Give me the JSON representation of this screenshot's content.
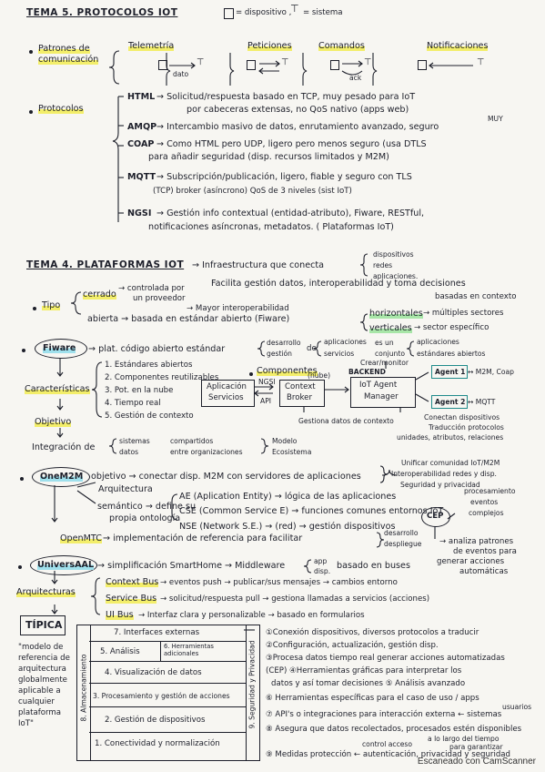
{
  "tema5": {
    "title": "TEMA 5. PROTOCOLOS IOT",
    "legend_d": "= dispositivo ,",
    "legend_s": "= sistema",
    "patrones_label": "Patrones de",
    "patrones_label2": "comunicación",
    "telemetria": "Telemetría",
    "telemetria_dato": "dato",
    "peticiones": "Peticiones",
    "comandos": "Comandos",
    "comandos_ack": "ack",
    "notificaciones": "Notificaciones",
    "protocolos_label": "Protocolos",
    "html_name": "HTML",
    "html_1": "→ Solicitud/respuesta basado en TCP, muy pesado para IoT",
    "html_2": "por cabeceras extensas, no QoS nativo (apps web)",
    "amqp_name": "AMQP",
    "amqp_1": "→ Intercambio masivo de datos, enrutamiento avanzado, seguro",
    "amqp_muy": "MUY",
    "coap_name": "COAP",
    "coap_1": "→ Como HTML pero UDP, ligero pero menos seguro (usa DTLS",
    "coap_2": "para añadir seguridad (disp. recursos limitados y M2M)",
    "mqtt_name": "MQTT",
    "mqtt_1": "→ Subscripción/publicación, ligero, fiable y seguro con TLS",
    "mqtt_2": "(TCP)          broker (asíncrono)        QoS de 3 niveles     (sist IoT)",
    "ngsi_name": "NGSI",
    "ngsi_1": "→ Gestión info contextual (entidad-atributo), Fiware, RESTful,",
    "ngsi_2": "notificaciones asíncronas, metadatos.  ( Plataformas IoT)"
  },
  "tema4": {
    "title": "TEMA 4. PLATAFORMAS IOT",
    "def_1": "→ Infraestructura que conecta",
    "def_list": [
      "dispositivos",
      "redes",
      "aplicaciones."
    ],
    "def_2": "Facilita gestión datos, interoperabilidad y toma decisiones",
    "def_3": "basadas en contexto",
    "tipo_label": "Tipo",
    "cerrado": "cerrado",
    "cerrado_arrow": "→ controlada por",
    "cerrado_2": "un proveedor",
    "abierta": "abierta → basada en estándar abierto (Fiware)",
    "abierta_mayor": "→ Mayor interoperabilidad",
    "horizontales": "horizontales",
    "horizontales_2": "→ múltiples sectores",
    "verticales": "verticales",
    "verticales_2": "→ sector específico",
    "fiware": "Fiware",
    "fiware_1": "→ plat. código abierto estándar",
    "fiware_desarrollo": "desarrollo",
    "fiware_gestion": "gestión",
    "fiware_de": "de",
    "fiware_apps": "aplicaciones",
    "fiware_servicios": "servicios",
    "fiware_es_un": "es un",
    "fiware_conjunto": "conjunto",
    "fiware_apps2": "aplicaciones",
    "fiware_estandares": "estándares abiertos",
    "caracteristicas": "Características",
    "car_items": [
      "1. Estándares abiertos",
      "2. Componentes reutilizables",
      "3. Pot. en la nube",
      "4. Tiempo real",
      "5. Gestión de contexto"
    ],
    "objetivo": "Objetivo",
    "objetivo_1": "Integración de",
    "obj_sistemas": "sistemas",
    "obj_datos": "datos",
    "obj_compartidos": "compartidos",
    "obj_entre": "entre organizaciones",
    "obj_modelo": "Modelo",
    "obj_ecosistema": "Ecosistema",
    "componentes": "Componentes",
    "nube": "(nube)",
    "aplicacion": "Aplicación",
    "servicios": "Servicios",
    "ngsi": "NGSI",
    "api": "API",
    "context": "Context",
    "broker": "Broker",
    "crear": "Crear/monitor",
    "backend": "BACKEND",
    "iot_agent": "IoT Agent",
    "manager": "Manager",
    "agent1": "Agent 1",
    "agent1_r": "↔ M2M, Coap",
    "agent2": "Agent 2",
    "agent2_r": "↔ MQTT",
    "gestiona": "Gestiona datos de contexto",
    "conectan": "Conectan dispositivos",
    "traduccion": "Traducción protocolos",
    "unidades": "unidades, atributos, relaciones",
    "onem2m": "OneM2M",
    "onem2m_obj": "objetivo → conectar disp. M2M con servidores de aplicaciones",
    "unificar": "Unificar comunidad IoT/M2M",
    "interop": "Interoperabilidad redes y disp.",
    "seguridad": "Seguridad y privacidad",
    "arquitectura": "Arquitectura",
    "ae": "AE (Aplication Entity) → lógica de las aplicaciones",
    "cse": "CSE (Common Service E) → funciones comunes entornos IoT",
    "nse": "NSE (Network S.E.) → (red) → gestión dispositivos",
    "semantico": "semántico → define su",
    "semantico_2": "propia ontología",
    "procesamiento": "procesamiento",
    "eventos": "eventos",
    "complejos": "complejos",
    "cep": "CEP",
    "analiza": "→ analiza patrones",
    "analiza_2": "de eventos para",
    "analiza_3": "generar acciones",
    "analiza_4": "automáticas",
    "openmtc": "OpenMTC",
    "openmtc_1": "→ implementación de referencia para facilitar",
    "openmtc_des": "desarrollo",
    "openmtc_desp": "despliegue",
    "universaal": "UniversAAL",
    "universaal_1": "→ simplificación SmartHome → Middleware",
    "universaal_app": "app",
    "universaal_disp": "disp.",
    "universaal_2": "basado en buses",
    "arquitecturas": "Arquitecturas",
    "context_bus": "Context Bus",
    "context_bus_2": "→ eventos push → publicar/sus mensajes → cambios entorno",
    "service_bus": "Service Bus",
    "service_bus_2": "→ solicitud/respuesta pull → gestiona llamadas a servicios (acciones)",
    "ui_bus": "UI Bus",
    "ui_bus_2": "→ Interfaz clara y personalizable → basado en formularios",
    "tipica": "TÍPICA",
    "modelo_quote": [
      "\"modelo de",
      "referencia de",
      "arquitectura",
      "globalmente",
      "aplicable a",
      "cualquier",
      "plataforma",
      "IoT\""
    ],
    "layer_side": "8. Almacenamiento",
    "layer_right": "9. Seguridad y Privacidad",
    "layers": [
      "7. Interfaces externas",
      "5. Análisis",
      "6. Herramientas adicionales",
      "4. Visualización de datos",
      "3. Procesamiento y gestión de acciones",
      "2. Gestión de dispositivos",
      "1. Conectividad y normalización"
    ],
    "notes": [
      "①Conexión dispositivos, diversos protocolos a traducir",
      "②Configuración, actualización, gestión disp.",
      "③Procesa datos tiempo real generar acciones automatizadas",
      "(CEP) ④Herramientas gráficas para interpretar los",
      "datos y así tomar decisiones ⑤ Análisis avanzado",
      "⑥ Herramientas específicas para el caso de uso / apps",
      "⑦ API's o integraciones para interacción externa ← sistemas",
      "⑧ Asegura que datos recolectados, procesados estén disponibles",
      "⑨ Medidas protección ← autenticación, privacidad y seguridad"
    ],
    "notes_usuarios": "usuarios",
    "notes_tiempo": "a lo largo del tiempo",
    "notes_garantizar": "para garantizar",
    "notes_control": "control acceso"
  },
  "watermark": "Escaneado con CamScanner"
}
